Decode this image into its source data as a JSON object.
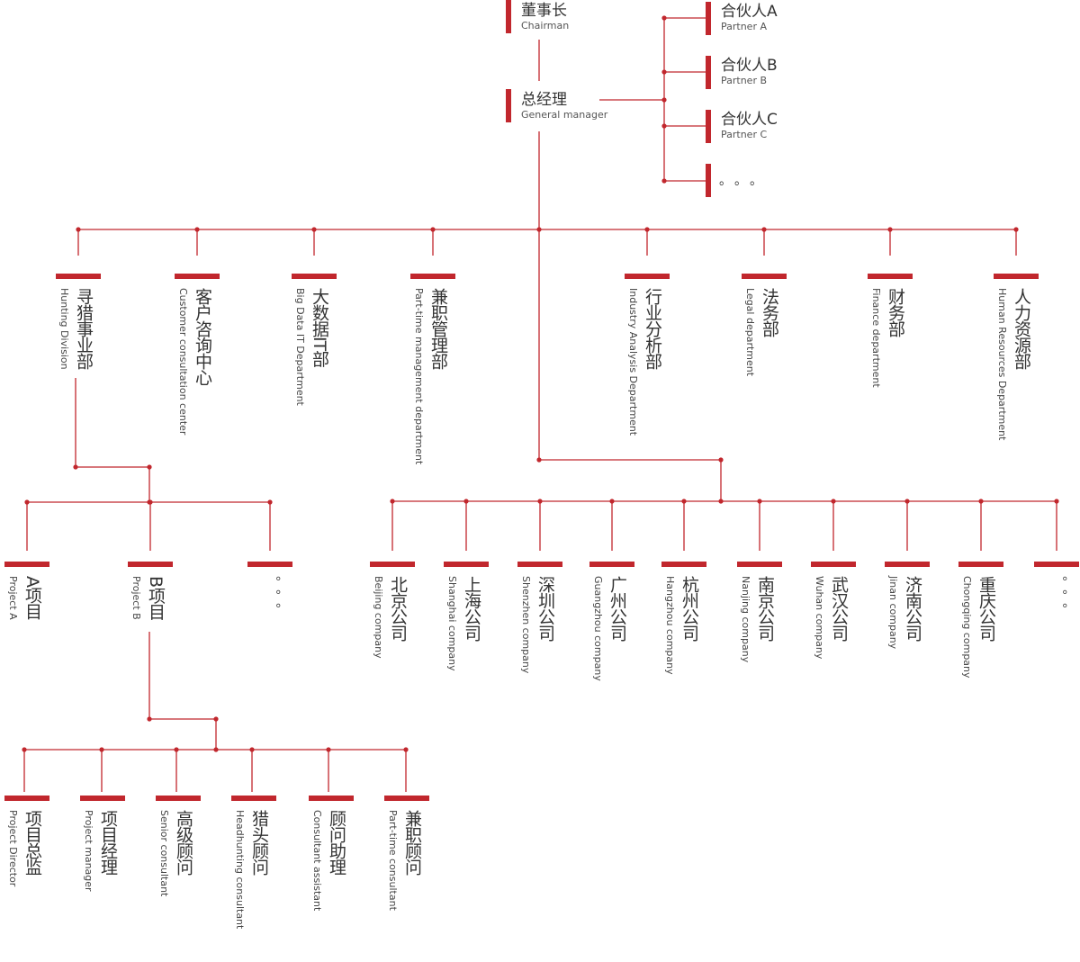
{
  "colors": {
    "accent": "#c1272d",
    "text": "#333333"
  },
  "top": {
    "chairman": {
      "zh": "董事长",
      "en": "Chairman"
    },
    "general_manager": {
      "zh": "总经理",
      "en": "General manager"
    },
    "partners": [
      {
        "zh": "合伙人A",
        "en": "Partner A"
      },
      {
        "zh": "合伙人B",
        "en": "Partner B"
      },
      {
        "zh": "合伙人C",
        "en": "Partner C"
      },
      {
        "zh": "。。。",
        "en": ""
      }
    ]
  },
  "departments": [
    {
      "zh": "寻猎事业部",
      "en": "Hunting Division"
    },
    {
      "zh": "客户咨询中心",
      "en": "Customer consultation center"
    },
    {
      "zh": "大数据IT部",
      "en": "Big Data IT Department"
    },
    {
      "zh": "兼职管理部",
      "en": "Part-time management department"
    },
    {
      "zh": "行业分析部",
      "en": "Industry Analysis Department"
    },
    {
      "zh": "法务部",
      "en": "Legal department"
    },
    {
      "zh": "财务部",
      "en": "Finance department"
    },
    {
      "zh": "人力资源部",
      "en": "Human Resources Department"
    }
  ],
  "projects": [
    {
      "zh": "A项目",
      "en": "Project A"
    },
    {
      "zh": "B项目",
      "en": "Project B"
    },
    {
      "zh": "。。。",
      "en": ""
    }
  ],
  "companies": [
    {
      "zh": "北京公司",
      "en": "Beijing company"
    },
    {
      "zh": "上海公司",
      "en": "Shanghai company"
    },
    {
      "zh": "深圳公司",
      "en": "Shenzhen company"
    },
    {
      "zh": "广州公司",
      "en": "Guangzhou company"
    },
    {
      "zh": "杭州公司",
      "en": "Hangzhou company"
    },
    {
      "zh": "南京公司",
      "en": "Nanjing company"
    },
    {
      "zh": "武汉公司",
      "en": "Wuhan company"
    },
    {
      "zh": "济南公司",
      "en": "Jinan company"
    },
    {
      "zh": "重庆公司",
      "en": "Chongqing company"
    },
    {
      "zh": "。。。",
      "en": ""
    }
  ],
  "roles": [
    {
      "zh": "项目总监",
      "en": "Project Director"
    },
    {
      "zh": "项目经理",
      "en": "Project manager"
    },
    {
      "zh": "高级顾问",
      "en": "Senior consultant"
    },
    {
      "zh": "猎头顾问",
      "en": "Headhunting consultant"
    },
    {
      "zh": "顾问助理",
      "en": "Consultant assistant"
    },
    {
      "zh": "兼职顾问",
      "en": "Part-time consultant"
    }
  ]
}
